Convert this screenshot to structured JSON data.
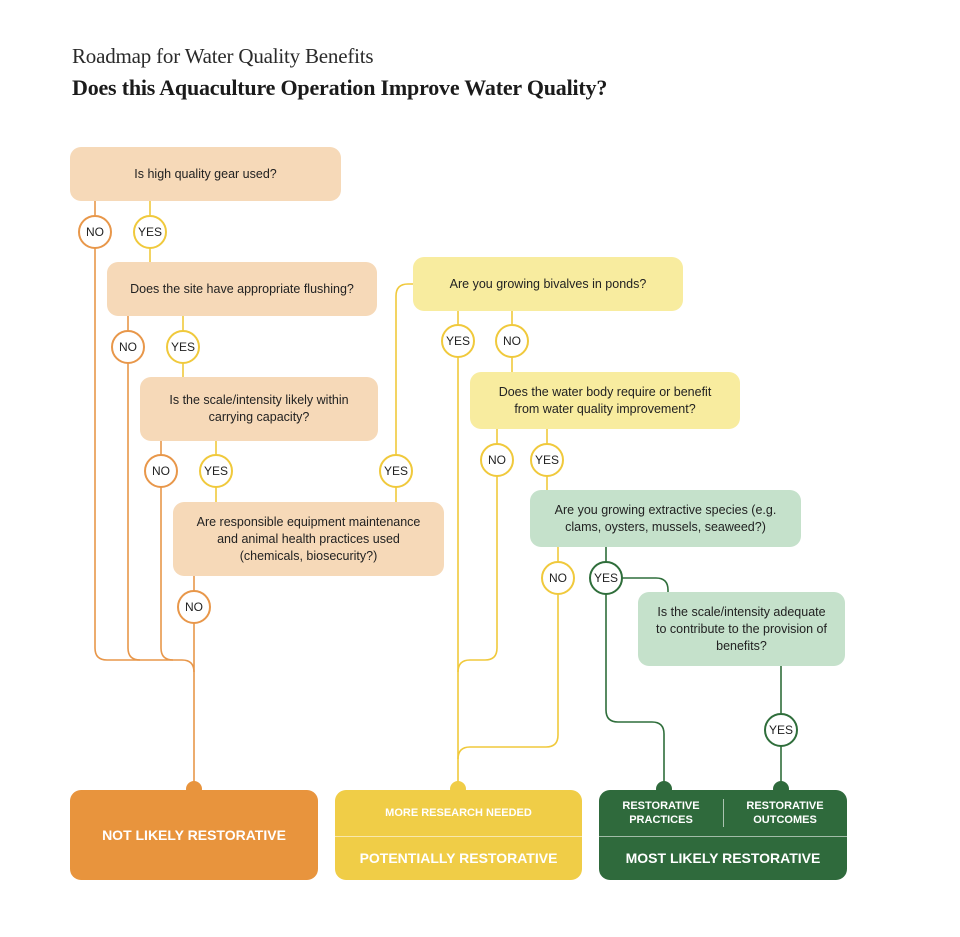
{
  "header": {
    "subtitle": "Roadmap for Water Quality Benefits",
    "title": "Does this Aquaculture Operation Improve Water Quality?"
  },
  "colors": {
    "orange": "#e8943d",
    "yellow": "#f0cd47",
    "green": "#2f6a3c",
    "peach_box": "#f6d9b8",
    "yellow_box": "#f8ec9f",
    "green_box": "#c5e1cb"
  },
  "questions": {
    "q1": "Is high quality gear used?",
    "q2": "Does the site have appropriate flushing?",
    "q3": "Is the scale/intensity likely within carrying capacity?",
    "q4": "Are responsible equipment maintenance and animal health practices used (chemicals, biosecurity?)",
    "q5": "Are you growing bivalves in ponds?",
    "q6": "Does the water body require or benefit from water quality improvement?",
    "q7": "Are you growing extractive species (e.g. clams, oysters, mussels, seaweed?)",
    "q8": "Is the scale/intensity adequate to contribute to the provision of benefits?"
  },
  "answers": {
    "yes": "YES",
    "no": "NO"
  },
  "outcomes": {
    "not_likely": "NOT LIKELY RESTORATIVE",
    "more_research": "MORE RESEARCH NEEDED",
    "potentially": "POTENTIALLY RESTORATIVE",
    "restorative_practices": "RESTORATIVE PRACTICES",
    "restorative_outcomes": "RESTORATIVE OUTCOMES",
    "most_likely": "MOST LIKELY RESTORATIVE"
  }
}
